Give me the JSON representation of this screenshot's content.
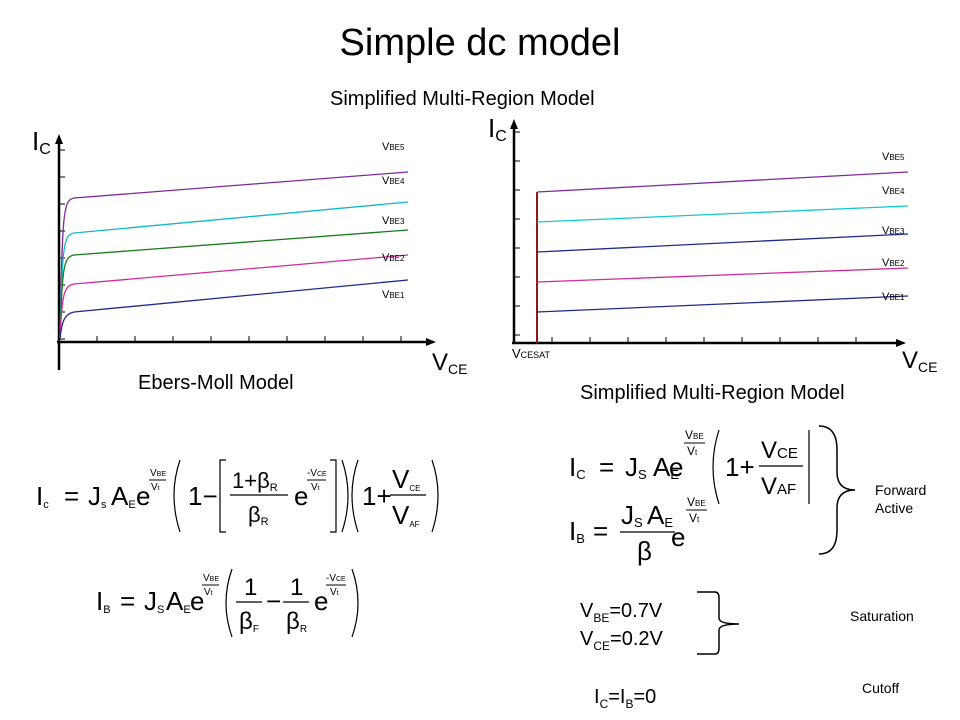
{
  "slide": {
    "title": "Simple dc model",
    "subtitle_top": "Simplified Multi-Region Model"
  },
  "left_chart": {
    "caption": "Ebers-Moll Model",
    "y_label": "I",
    "y_label_sub": "C",
    "x_label": "V",
    "x_label_sub": "CE",
    "curves": [
      {
        "name_main": "V",
        "name_sub": "BE5",
        "color": "#7f2a9a"
      },
      {
        "name_main": "V",
        "name_sub": "BE4",
        "color": "#12b8c8"
      },
      {
        "name_main": "V",
        "name_sub": "BE3",
        "color": "#1a7a1a"
      },
      {
        "name_main": "V",
        "name_sub": "BE2",
        "color": "#d02a9a"
      },
      {
        "name_main": "V",
        "name_sub": "BE1",
        "color": "#1f2a8a"
      }
    ]
  },
  "right_chart": {
    "caption": "Simplified Multi-Region Model",
    "y_label": "I",
    "y_label_sub": "C",
    "x_label": "V",
    "x_label_sub": "CE",
    "vcesat_main": "V",
    "vcesat_sub": "CESAT",
    "curves": [
      {
        "name_main": "V",
        "name_sub": "BE5",
        "color": "#7f2a9a"
      },
      {
        "name_main": "V",
        "name_sub": "BE4",
        "color": "#12c8d0"
      },
      {
        "name_main": "V",
        "name_sub": "BE3",
        "color": "#1f2a8a"
      },
      {
        "name_main": "V",
        "name_sub": "BE2",
        "color": "#d02a9a"
      },
      {
        "name_main": "V",
        "name_sub": "BE1",
        "color": "#1f2a8a"
      }
    ],
    "vertical_line_color": "#8b1a1a"
  },
  "equations": {
    "ebers_moll_ic": {
      "lhs": "I",
      "lhs_sub": "c",
      "eq": "=",
      "J": "J",
      "J_sub": "s",
      "A": "A",
      "A_sub": "E",
      "e": "e",
      "exp_num_main": "V",
      "exp_num_sub": "BE",
      "exp_den_main": "V",
      "exp_den_sub": "t",
      "one_minus": "1−",
      "frac_num": "1+β",
      "frac_num_sub": "R",
      "frac_den": "β",
      "frac_den_sub": "R",
      "e2": "e",
      "exp2_num_main": "-V",
      "exp2_num_sub": "CE",
      "exp2_den_main": "V",
      "exp2_den_sub": "t",
      "one_plus": "1+",
      "vce_main": "V",
      "vce_sub": "CE",
      "vaf_main": "V",
      "vaf_sub": "AF"
    },
    "ebers_moll_ib": {
      "lhs": "I",
      "lhs_sub": "B",
      "eq": "=",
      "J": "J",
      "J_sub": "S",
      "A": "A",
      "A_sub": "E",
      "e": "e",
      "exp_num_main": "V",
      "exp_num_sub": "BE",
      "exp_den_main": "V",
      "exp_den_sub": "t",
      "f1_num": "1",
      "f1_den": "β",
      "f1_den_sub": "F",
      "minus": "−",
      "f2_num": "1",
      "f2_den": "β",
      "f2_den_sub": "R",
      "e2": "e",
      "exp2_num_main": "-V",
      "exp2_num_sub": "CE",
      "exp2_den_main": "V",
      "exp2_den_sub": "t"
    },
    "simplified_ic": {
      "lhs": "I",
      "lhs_sub": "C",
      "eq": "=",
      "J": "J",
      "J_sub": "S",
      "A": "A",
      "A_sub": "E",
      "e": "e",
      "exp_num_main": "V",
      "exp_num_sub": "BE",
      "exp_den_main": "V",
      "exp_den_sub": "t",
      "one_plus": "1+",
      "vce_main": "V",
      "vce_sub": "CE",
      "vaf_main": "V",
      "vaf_sub": "AF"
    },
    "simplified_ib": {
      "lhs": "I",
      "lhs_sub": "B",
      "eq": "=",
      "num_J": "J",
      "num_J_sub": "S",
      "num_A": "A",
      "num_A_sub": "E",
      "den": "β",
      "e": "e",
      "exp_num_main": "V",
      "exp_num_sub": "BE",
      "exp_den_main": "V",
      "exp_den_sub": "t"
    }
  },
  "regions": {
    "forward_active_line1": "Forward",
    "forward_active_line2": "Active",
    "saturation": "Saturation",
    "cutoff": "Cutoff",
    "vbe_main": "V",
    "vbe_sub": "BE",
    "vbe_val": "=0.7V",
    "vce_main": "V",
    "vce_sub": "CE",
    "vce_val": "=0.2V",
    "ic_main": "I",
    "ic_sub": "C",
    "ib_main": "=I",
    "ib_sub": "B",
    "cut_val": "=0"
  }
}
